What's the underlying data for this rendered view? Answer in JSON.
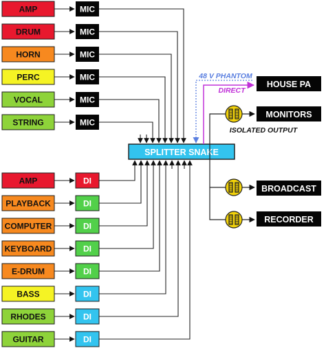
{
  "mic_sources": [
    {
      "label": "AMP",
      "color": "#e8182e"
    },
    {
      "label": "DRUM",
      "color": "#e8182e"
    },
    {
      "label": "HORN",
      "color": "#f7891f"
    },
    {
      "label": "PERC",
      "color": "#f5f324"
    },
    {
      "label": "VOCAL",
      "color": "#8ed33a"
    },
    {
      "label": "STRING",
      "color": "#8ed33a"
    }
  ],
  "mic_label": "MIC",
  "di_sources": [
    {
      "label": "AMP",
      "color": "#e8182e",
      "di_color": "#e8182e"
    },
    {
      "label": "PLAYBACK",
      "color": "#f7891f",
      "di_color": "#52d04a"
    },
    {
      "label": "COMPUTER",
      "color": "#f7891f",
      "di_color": "#52d04a"
    },
    {
      "label": "KEYBOARD",
      "color": "#f7891f",
      "di_color": "#52d04a"
    },
    {
      "label": "E-DRUM",
      "color": "#f7891f",
      "di_color": "#52d04a"
    },
    {
      "label": "BASS",
      "color": "#f5f324",
      "di_color": "#33c4ef"
    },
    {
      "label": "RHODES",
      "color": "#8ed33a",
      "di_color": "#33c4ef"
    },
    {
      "label": "GUITAR",
      "color": "#8ed33a",
      "di_color": "#33c4ef"
    }
  ],
  "di_label": "DI",
  "splitter": {
    "label": "SPLITTER SNAKE",
    "color": "#33c4ef"
  },
  "outputs": {
    "house_pa": "HOUSE PA",
    "monitors": "MONITORS",
    "broadcast": "BROADCAST",
    "recorder": "RECORDER"
  },
  "annotations": {
    "phantom": "48 V PHANTOM",
    "direct": "DIRECT",
    "isolated": "ISOLATED OUTPUT"
  },
  "colors": {
    "phantom_line": "#5a7fe0",
    "direct_line": "#c030d8",
    "transformer_icon": "#f2d20a"
  },
  "icons": {
    "transformer": "isolation-transformer-icon"
  }
}
